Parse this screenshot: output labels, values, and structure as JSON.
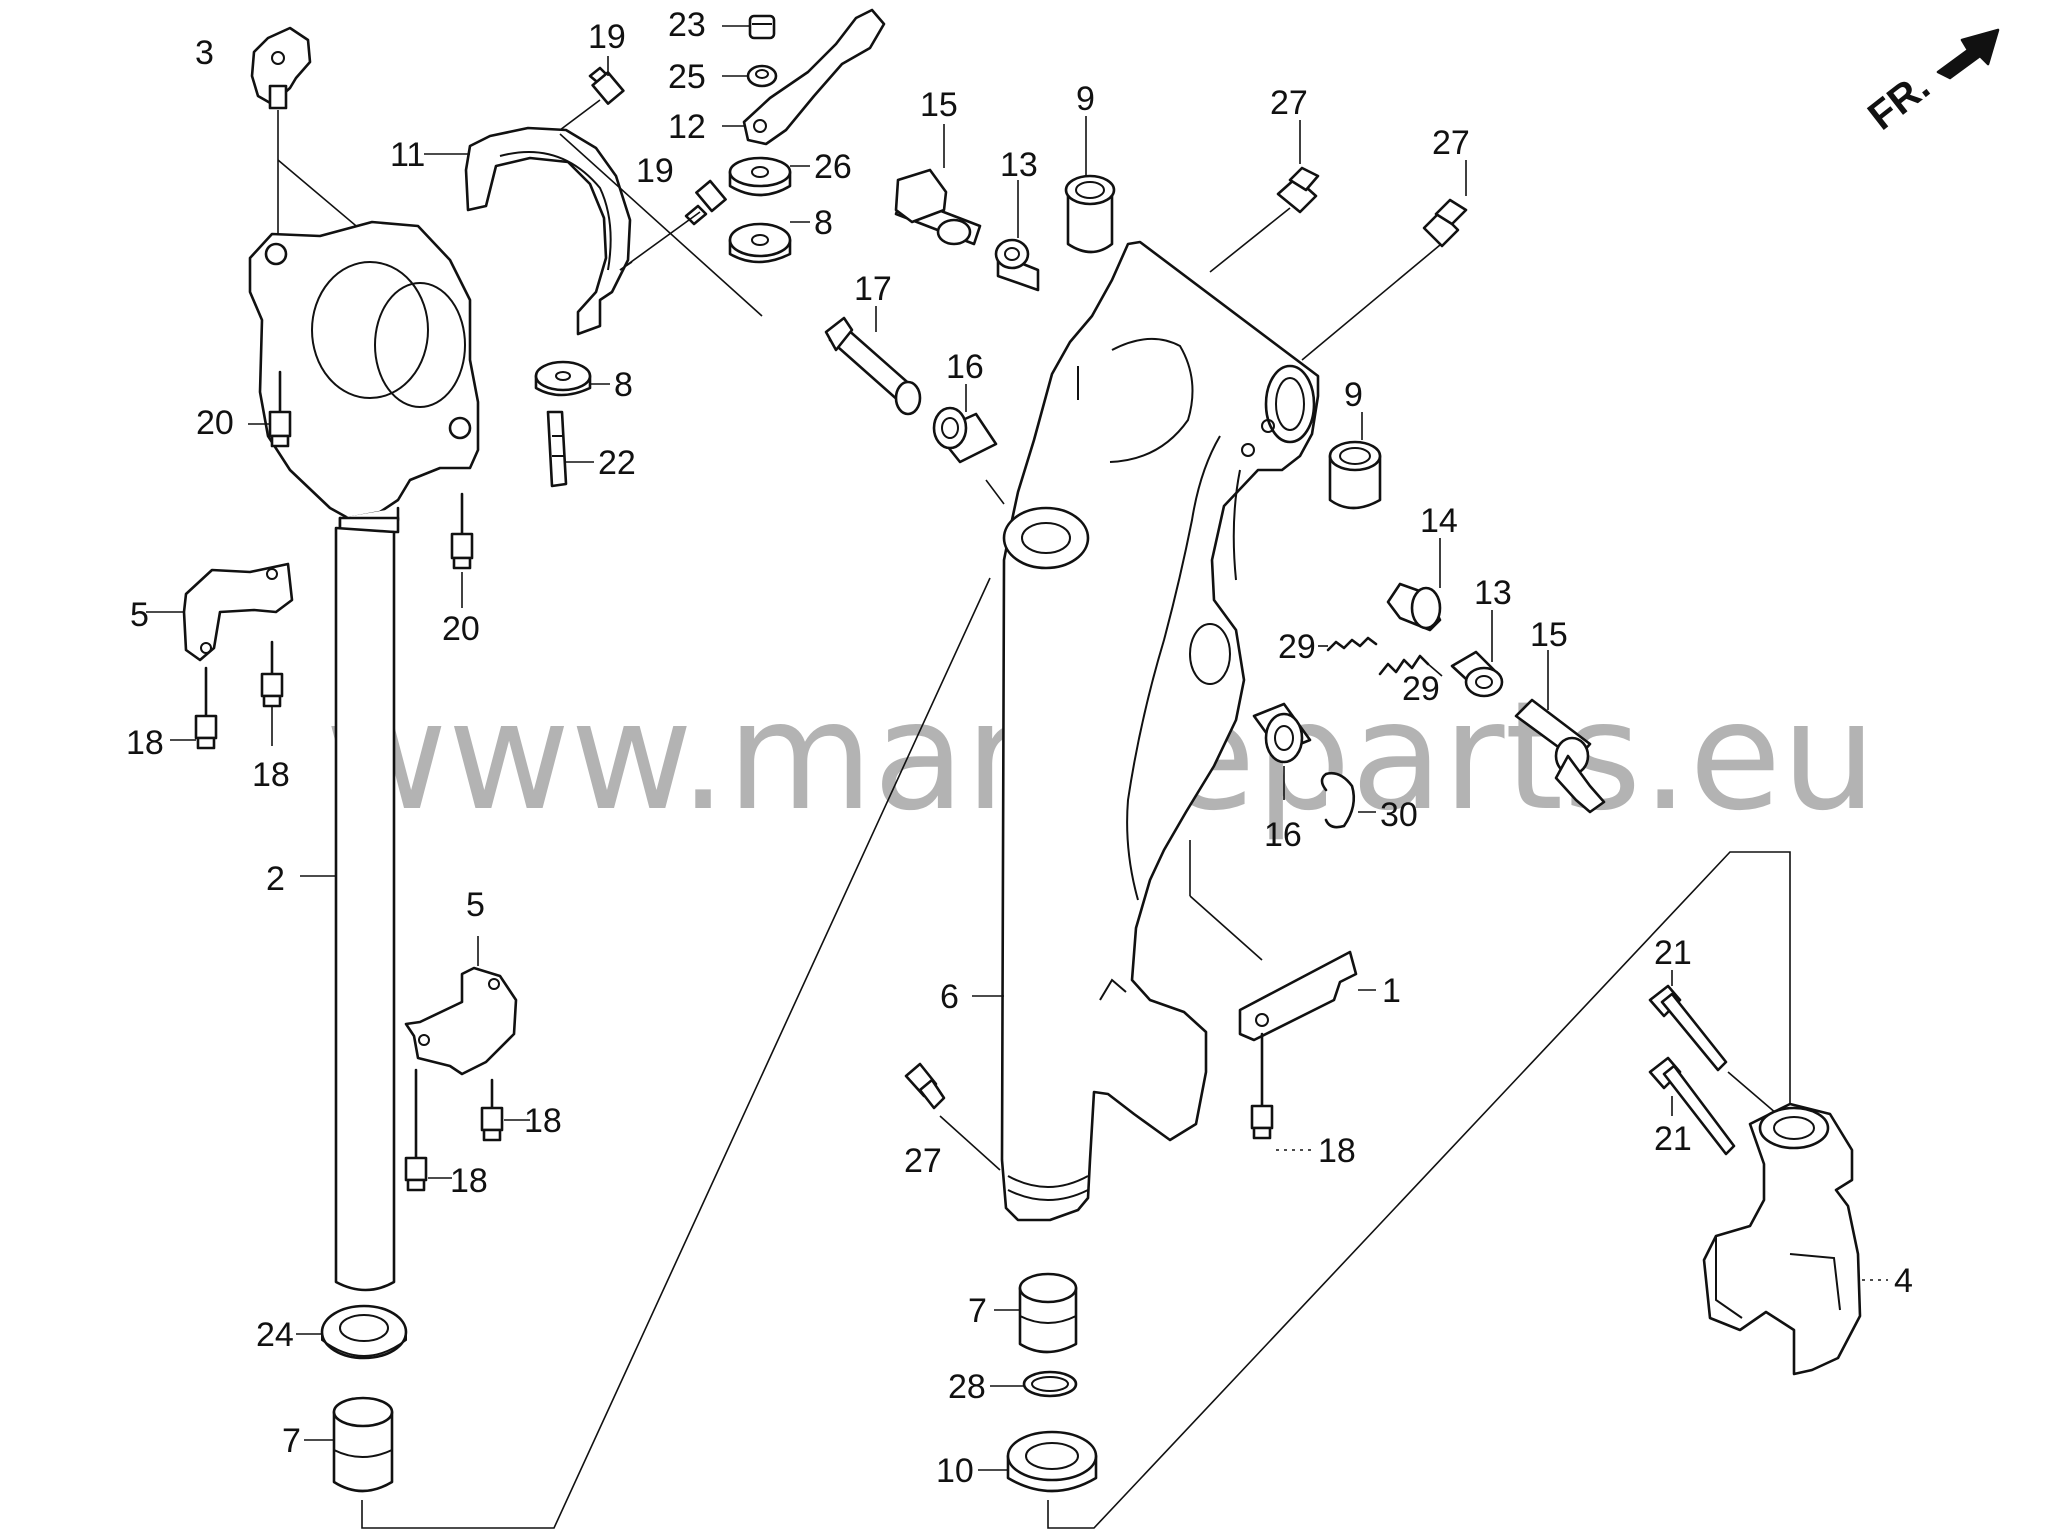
{
  "diagram": {
    "orientation_text": "FR.",
    "watermark": "www.marineparts.eu",
    "callouts": {
      "c1": "1",
      "c2": "2",
      "c3": "3",
      "c4": "4",
      "c5a": "5",
      "c5b": "5",
      "c6": "6",
      "c7a": "7",
      "c7b": "7",
      "c8a": "8",
      "c8b": "8",
      "c9a": "9",
      "c9b": "9",
      "c10": "10",
      "c11": "11",
      "c12": "12",
      "c13a": "13",
      "c13b": "13",
      "c14": "14",
      "c15a": "15",
      "c15b": "15",
      "c16a": "16",
      "c16b": "16",
      "c17": "17",
      "c18a": "18",
      "c18b": "18",
      "c18c": "18",
      "c18d": "18",
      "c18e": "18",
      "c19a": "19",
      "c19b": "19",
      "c20a": "20",
      "c20b": "20",
      "c21a": "21",
      "c21b": "21",
      "c22": "22",
      "c23": "23",
      "c24": "24",
      "c25": "25",
      "c26": "26",
      "c27a": "27",
      "c27b": "27",
      "c27c": "27",
      "c28": "28",
      "c29a": "29",
      "c29b": "29",
      "c30": "30"
    }
  }
}
